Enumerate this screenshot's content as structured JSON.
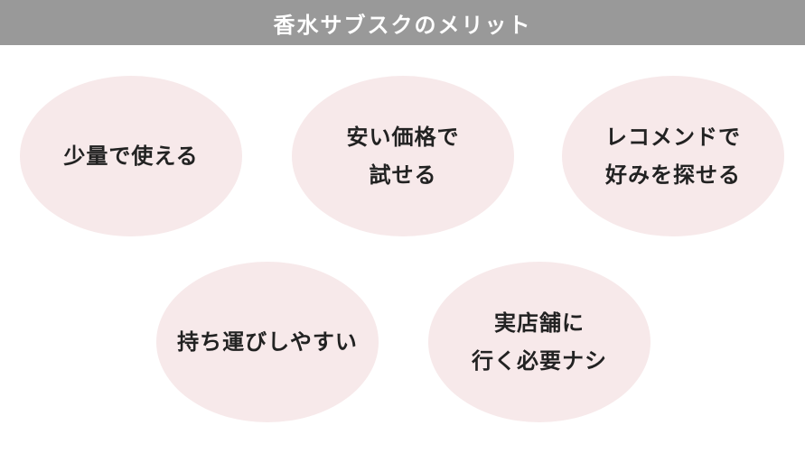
{
  "colors": {
    "header_bg": "#999999",
    "header_text": "#ffffff",
    "bubble_fill": "#f7e9ea",
    "bubble_text": "#222222"
  },
  "header": {
    "title": "香水サブスクのメリット"
  },
  "merits": [
    {
      "text": "少量で使える"
    },
    {
      "text": "安い価格で\n試せる"
    },
    {
      "text": "レコメンドで\n好みを探せる"
    },
    {
      "text": "持ち運びしやすい"
    },
    {
      "text": "実店舗に\n行く必要ナシ"
    }
  ]
}
